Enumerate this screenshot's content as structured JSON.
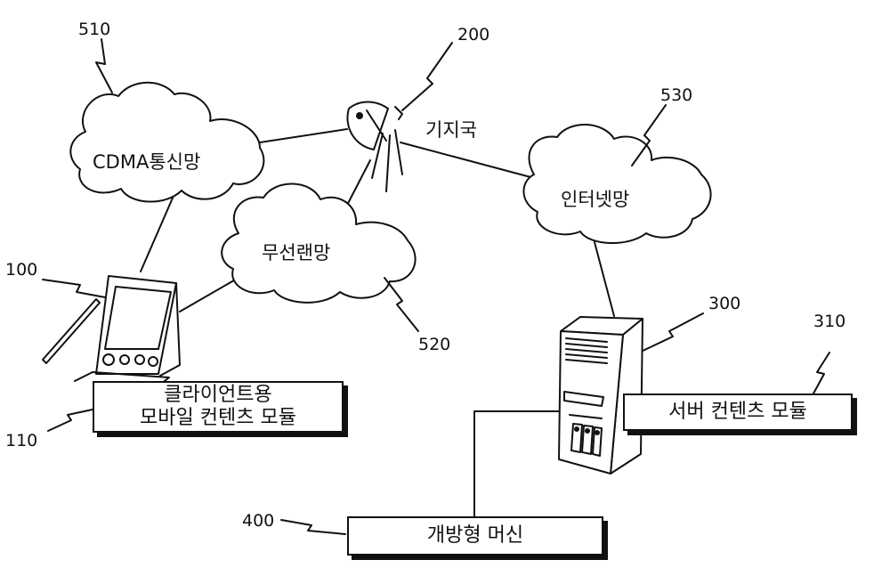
{
  "labels": {
    "cdma": "CDMA통신망",
    "wlan": "무선랜망",
    "internet": "인터넷망",
    "base_station": "기지국"
  },
  "refs": {
    "r510": "510",
    "r200": "200",
    "r530": "530",
    "r100": "100",
    "r520": "520",
    "r300": "300",
    "r310": "310",
    "r110": "110",
    "r400": "400"
  },
  "boxes": {
    "client_line1": "클라이언트용",
    "client_line2": "모바일 컨텐츠 모듈",
    "server_module": "서버 컨텐츠 모듈",
    "open_machine": "개방형 머신"
  }
}
